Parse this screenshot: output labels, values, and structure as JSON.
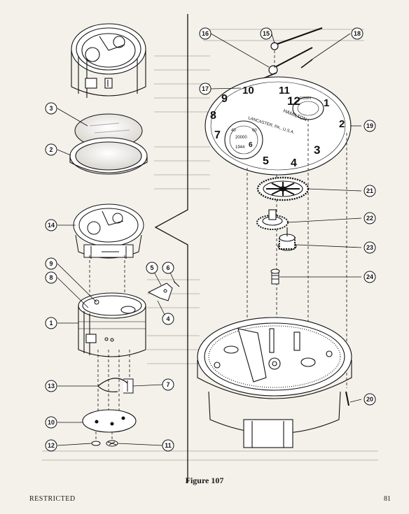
{
  "figure": {
    "caption": "Figure 107",
    "footer_left": "RESTRICTED",
    "page_number": "81"
  },
  "dial": {
    "brand": "HAMILTON",
    "maker": "LANCASTER, PA., U.S.A.",
    "year": "1944",
    "wind_label": "DOWN",
    "numerals": [
      "12",
      "1",
      "2",
      "3",
      "4",
      "5",
      "6",
      "7",
      "8",
      "9",
      "10",
      "11"
    ],
    "sub_numerals": [
      "20000",
      "40",
      "60"
    ]
  },
  "callouts": [
    "1",
    "2",
    "3",
    "4",
    "5",
    "6",
    "7",
    "8",
    "9",
    "10",
    "11",
    "12",
    "13",
    "14",
    "15",
    "16",
    "17",
    "18",
    "19",
    "20",
    "21",
    "22",
    "23",
    "24"
  ]
}
